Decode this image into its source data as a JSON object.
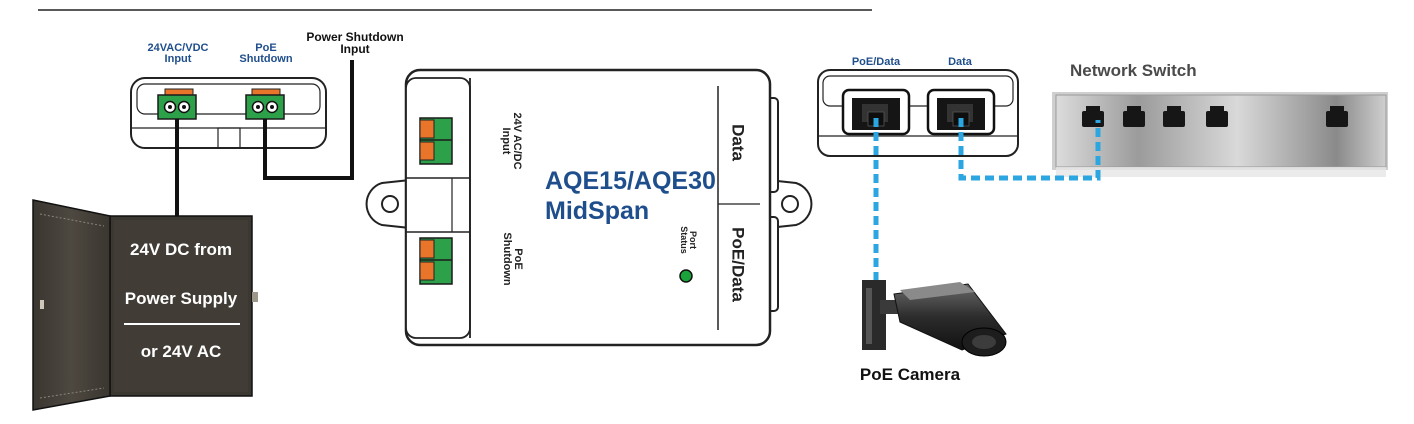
{
  "inputs": {
    "power_input_label": "24VAC/VDC\nInput",
    "poe_shutdown_label": "PoE\nShutdown",
    "power_shutdown_input_label": "Power Shutdown\nInput"
  },
  "midspan": {
    "model": "AQE15/AQE30",
    "name": "MidSpan",
    "side_label_power": "24V AC/DC\nInput",
    "side_label_shutdown": "PoE\nShutdown",
    "port_status_label": "Port\nStatus",
    "data_label": "Data",
    "poe_data_label": "PoE/Data"
  },
  "power_supply": {
    "line1": "24V DC from",
    "line2": "Power Supply",
    "line3": "or 24V AC"
  },
  "ports": {
    "poe_data_label": "PoE/Data",
    "data_label": "Data"
  },
  "switch": {
    "title": "Network Switch"
  },
  "camera": {
    "label": "PoE Camera"
  },
  "colors": {
    "label_blue": "#1f4e8c",
    "cable_blue": "#2ca6e0",
    "terminal_green": "#2ca14a",
    "terminal_orange": "#e8752a",
    "status_led": "#1aa33a",
    "psu_body": "#45403a"
  }
}
